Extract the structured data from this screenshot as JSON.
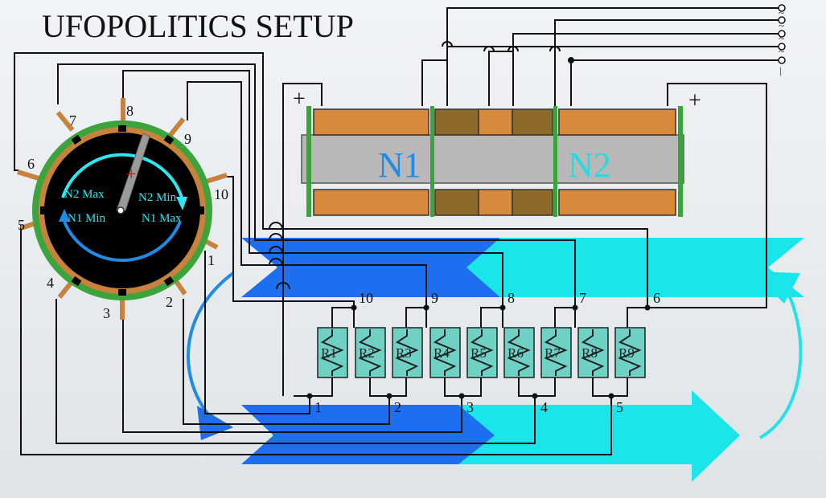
{
  "title": "UFOPOLITICS SETUP",
  "coil_labels": [
    "N1",
    "N2"
  ],
  "plus_sign": "+",
  "dial": {
    "min_max_labels": {
      "n2_max": "N2 Max",
      "n2_min": "N2 Min",
      "n1_min": "N1 Min",
      "n1_max": "N1 Max"
    },
    "positions": [
      "1",
      "2",
      "3",
      "4",
      "5",
      "6",
      "7",
      "8",
      "9",
      "10"
    ]
  },
  "resistors": [
    "R1",
    "R2",
    "R3",
    "R4",
    "R5",
    "R6",
    "R7",
    "R8",
    "R9"
  ],
  "top_tap_numbers": [
    "10",
    "9",
    "8",
    "7",
    "6"
  ],
  "bottom_tap_numbers": [
    "1",
    "2",
    "3",
    "4",
    "5"
  ],
  "terminal_glyphs": [
    "~",
    "~",
    "~",
    "~",
    "|"
  ],
  "colors": {
    "background": "#e9edf0",
    "copper": "#d88a3c",
    "core": "#b8b8b8",
    "dark_winding": "#8d6a2a",
    "green_plate": "#3aa33a",
    "resistor": "#6fd0c4",
    "arrow_blue": "#1e6ef0",
    "arrow_cyan": "#1ae5ea",
    "n1_text": "#1f8ae8",
    "n2_text": "#27d9e3",
    "dial_bg": "#000000",
    "dial_ring": "#3da33d",
    "dial_copper": "#c8823c",
    "needle": "#9a9a9a",
    "dial_text": "#2ee6f0",
    "marker_red": "#e00000"
  }
}
